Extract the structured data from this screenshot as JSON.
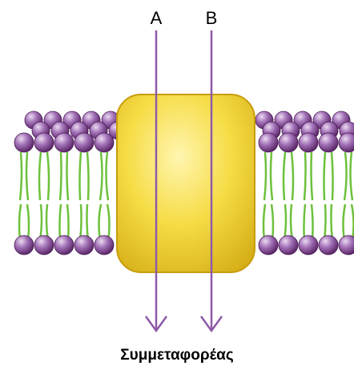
{
  "labels": {
    "a": "A",
    "b": "B"
  },
  "caption": "Συμμεταφορέας",
  "colors": {
    "lipid_head": "#8a4f9e",
    "lipid_tail": "#6dc13c",
    "protein": "#f3d634",
    "arrow": "#8e5aa8"
  }
}
